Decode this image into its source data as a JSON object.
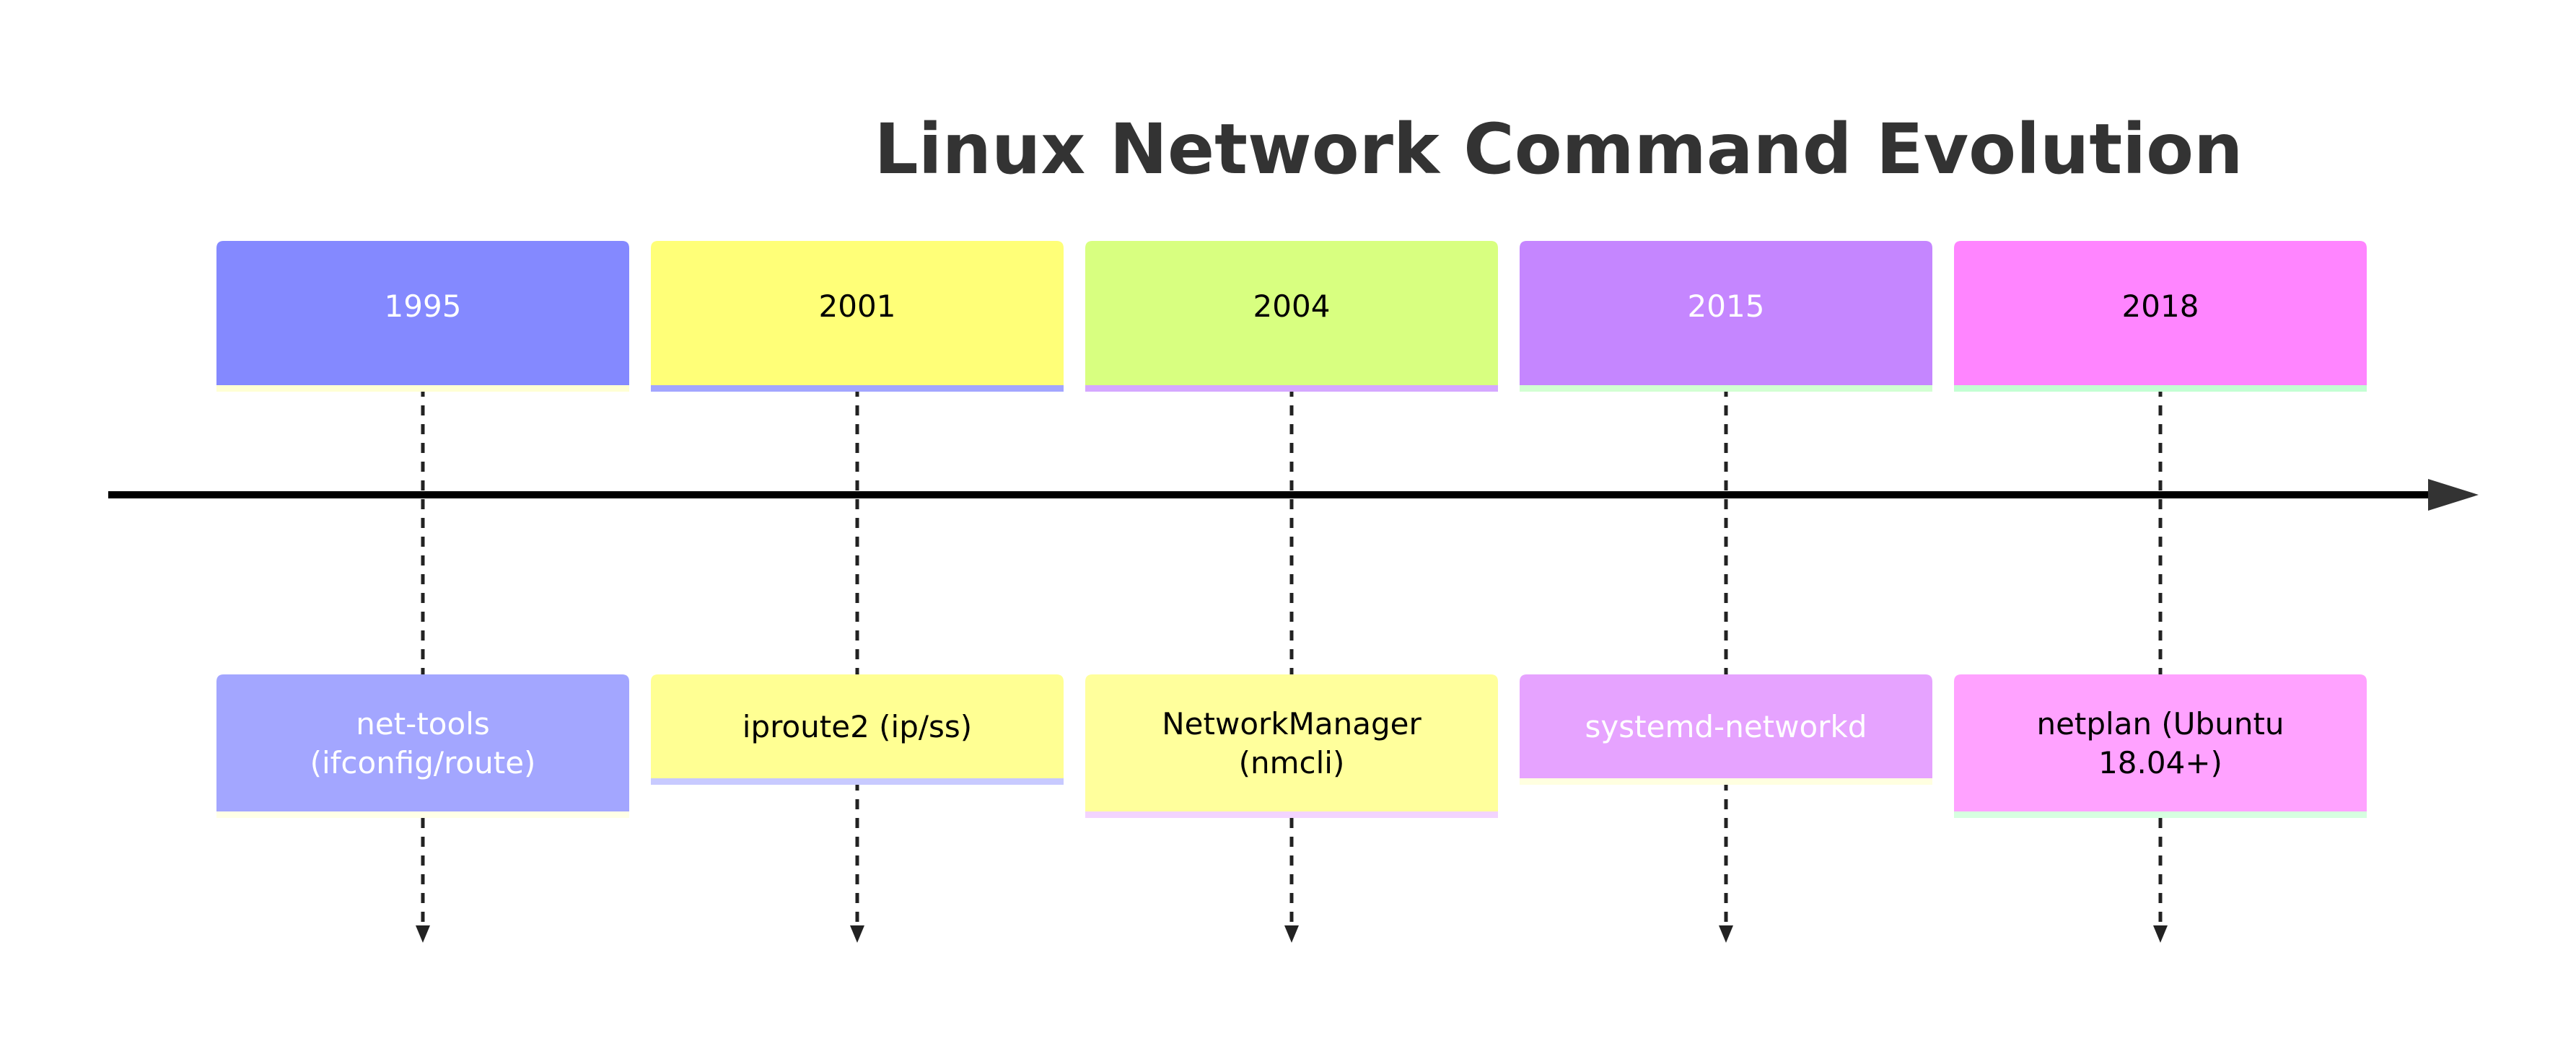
{
  "title": "Linux Network Command Evolution",
  "periods": [
    {
      "label": "1995",
      "color": "#8489FF",
      "text_color": "#FFFFFF",
      "underline": "#FFFFD4",
      "events": [
        {
          "lines": [
            "net-tools",
            "(ifconfig/route)"
          ],
          "color": "#A3A6FF",
          "text_color": "#FFFFFF",
          "underline": "#FFFFE6"
        }
      ]
    },
    {
      "label": "2001",
      "color": "#FFFF78",
      "text_color": "#000000",
      "underline": "#A3A6FF",
      "events": [
        {
          "lines": [
            "iproute2 (ip/ss)"
          ],
          "color": "#FFFF93",
          "text_color": "#000000",
          "underline": "#C8CAFF"
        }
      ]
    },
    {
      "label": "2004",
      "color": "#D8FF80",
      "text_color": "#000000",
      "underline": "#D5A8FF",
      "events": [
        {
          "lines": [
            "NetworkManager",
            "(nmcli)"
          ],
          "color": "#FFFF9C",
          "text_color": "#000000",
          "underline": "#F3D4FF"
        }
      ]
    },
    {
      "label": "2015",
      "color": "#C586FF",
      "text_color": "#FFFFFF",
      "underline": "#D2FFD2",
      "events": [
        {
          "lines": [
            "systemd-networkd"
          ],
          "color": "#E6A3FF",
          "text_color": "#FFFFFF",
          "underline": "#FFFFE0"
        }
      ]
    },
    {
      "label": "2018",
      "color": "#FF85FF",
      "text_color": "#000000",
      "underline": "#C3FFD3",
      "events": [
        {
          "lines": [
            "netplan (Ubuntu",
            "18.04+)"
          ],
          "color": "#FFA2FF",
          "text_color": "#000000",
          "underline": "#D6FFE0"
        }
      ]
    }
  ]
}
